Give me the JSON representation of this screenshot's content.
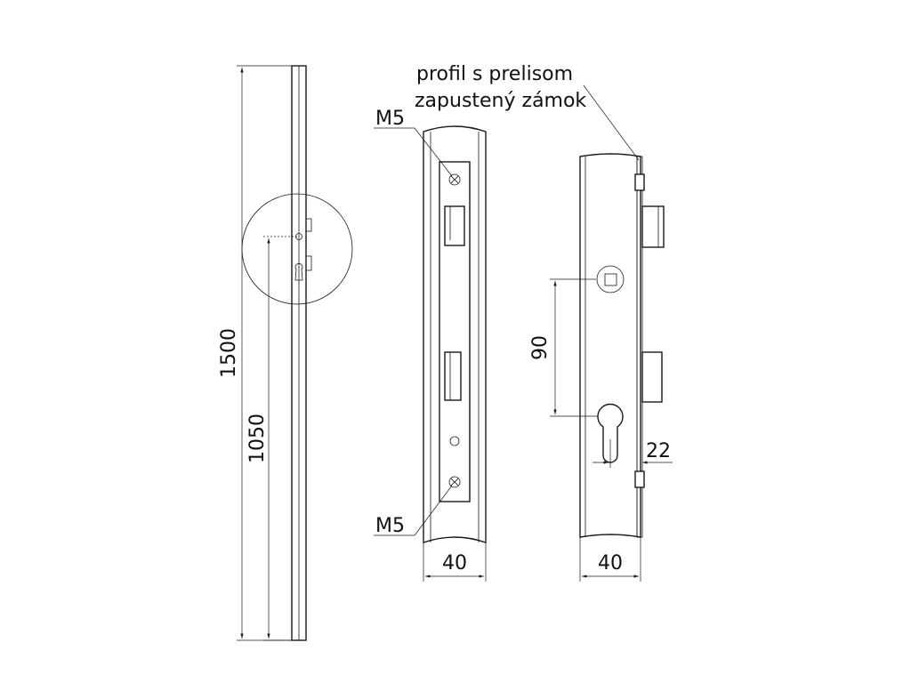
{
  "labels": {
    "profile_line1": "profil s prelisom",
    "profile_line2": "zapustený zámok",
    "screw_top": "M5",
    "screw_bottom": "M5"
  },
  "dimensions": {
    "total_height": "1500",
    "handle_height": "1050",
    "front_width": "40",
    "side_width": "40",
    "spacing": "90",
    "backset": "22"
  }
}
